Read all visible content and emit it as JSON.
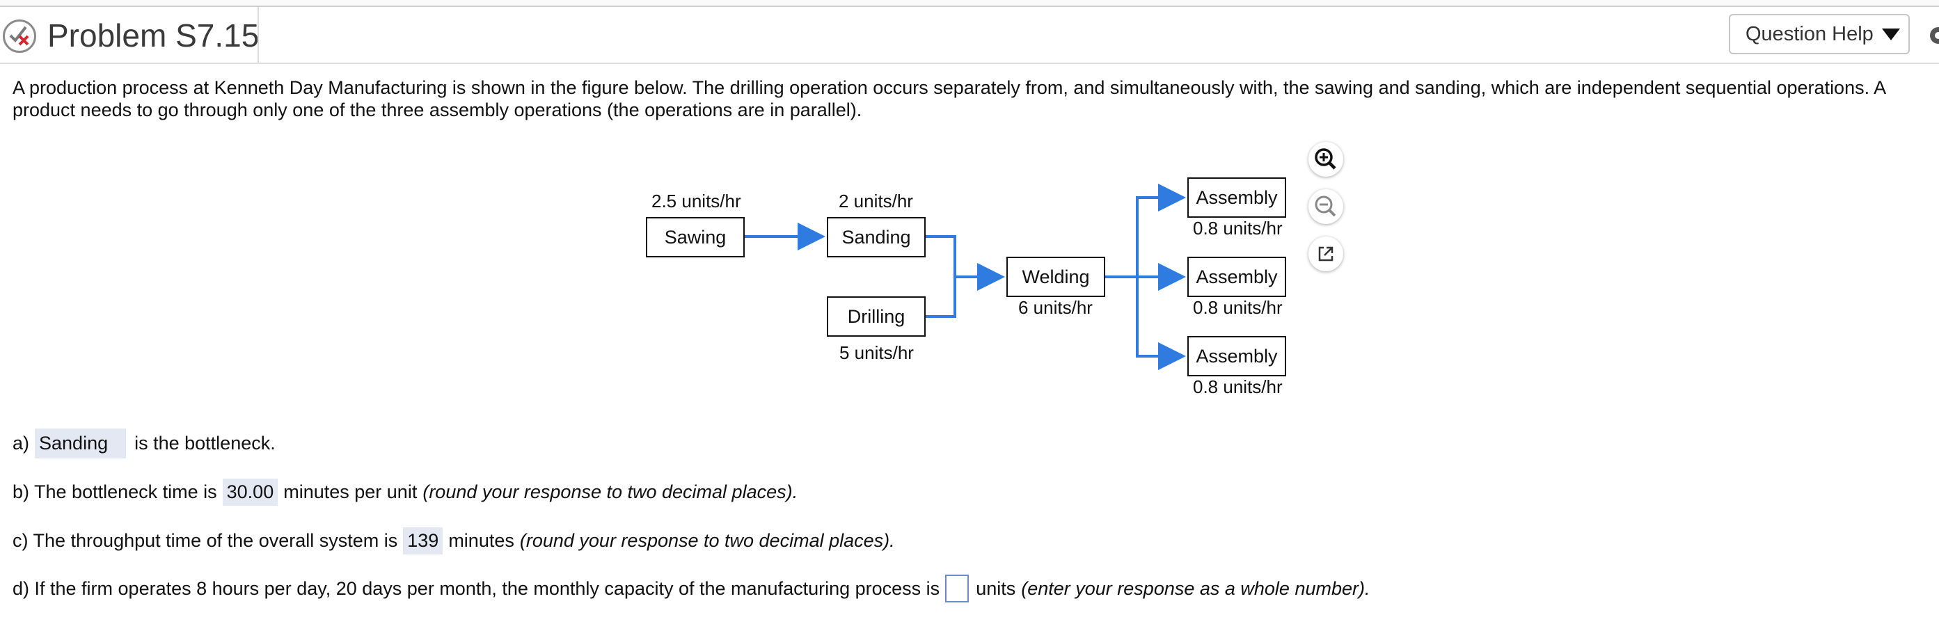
{
  "header": {
    "title": "Problem S7.15",
    "help_label": "Question Help"
  },
  "intro": "A production process at Kenneth Day Manufacturing is shown in the figure below. The drilling operation occurs separately from, and simultaneously with, the sawing and sanding, which are independent sequential operations. A product needs to go through only one of the three assembly operations (the operations are in parallel).",
  "diagram": {
    "sawing": {
      "label": "Sawing",
      "rate": "2.5 units/hr"
    },
    "sanding": {
      "label": "Sanding",
      "rate": "2 units/hr"
    },
    "drilling": {
      "label": "Drilling",
      "rate": "5 units/hr"
    },
    "welding": {
      "label": "Welding",
      "rate": "6 units/hr"
    },
    "assembly": [
      {
        "label": "Assembly",
        "rate": "0.8 units/hr"
      },
      {
        "label": "Assembly",
        "rate": "0.8 units/hr"
      },
      {
        "label": "Assembly",
        "rate": "0.8 units/hr"
      }
    ],
    "arrow_color": "#2f7be0"
  },
  "questions": {
    "a": {
      "prefix": "a)",
      "answer": "Sanding",
      "suffix": "is the bottleneck."
    },
    "b": {
      "prefix": "b) The bottleneck time is",
      "answer": "30.00",
      "suffix": "minutes per unit",
      "hint": "(round your response to two decimal places)."
    },
    "c": {
      "prefix": "c) The throughput time of the overall system is",
      "answer": "139",
      "suffix": "minutes",
      "hint": "(round your response to two decimal places)."
    },
    "d": {
      "prefix": "d) If the firm operates 8 hours per day, 20 days per month, the monthly capacity of the manufacturing process is",
      "answer": "",
      "suffix": "units",
      "hint": "(enter your response as a whole number)."
    }
  }
}
